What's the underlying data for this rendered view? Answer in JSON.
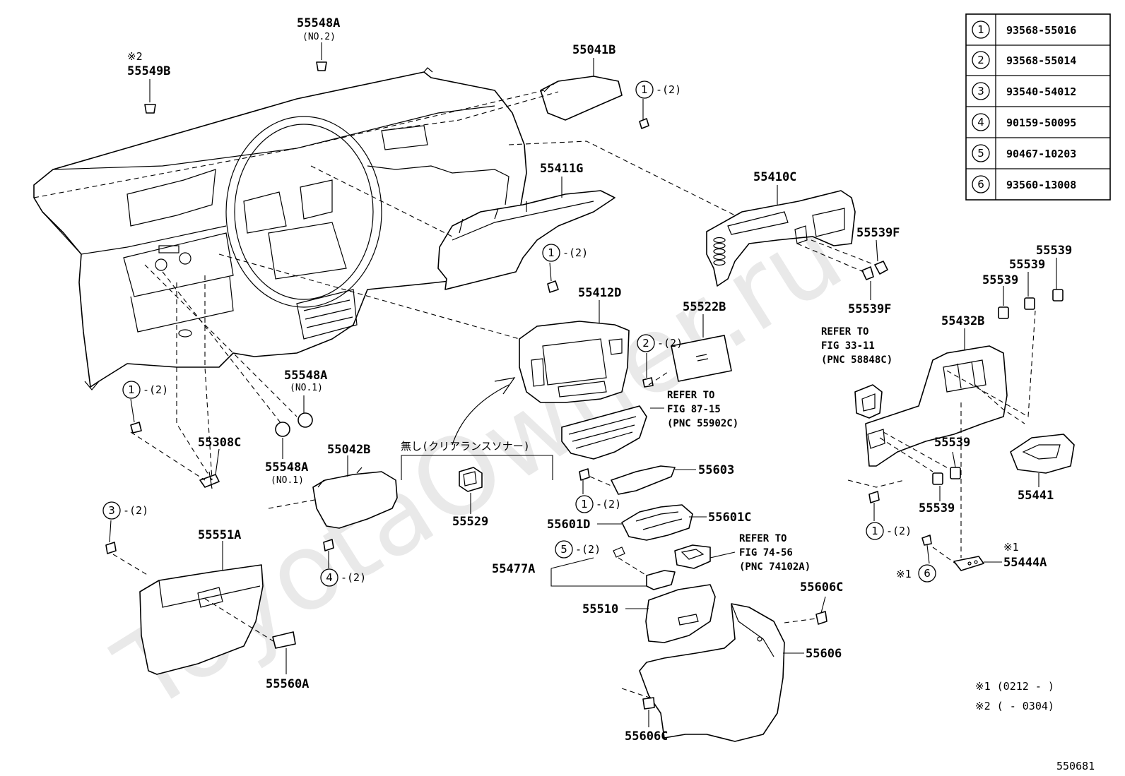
{
  "watermark": "ToyotaOwner.ru",
  "figure_id": "550681",
  "legend_table": [
    {
      "num": "1",
      "part": "93568-55016"
    },
    {
      "num": "2",
      "part": "93568-55014"
    },
    {
      "num": "3",
      "part": "93540-54012"
    },
    {
      "num": "4",
      "part": "90159-50095"
    },
    {
      "num": "5",
      "part": "90467-10203"
    },
    {
      "num": "6",
      "part": "93560-13008"
    }
  ],
  "labels": {
    "p55548A_top": "55548A",
    "p55548A_top_sub": "(NO.2)",
    "p55549B_mark": "※2",
    "p55549B": "55549B",
    "p55041B": "55041B",
    "p55411G": "55411G",
    "p55410C": "55410C",
    "p55539F_a": "55539F",
    "p55539F_b": "55539F",
    "p55539_a": "55539",
    "p55539_b": "55539",
    "p55539_c": "55539",
    "p55539_d": "55539",
    "p55539_e": "55539",
    "p55412D": "55412D",
    "p55522B": "55522B",
    "p55432B": "55432B",
    "ref33_1": "REFER TO",
    "ref33_2": "FIG 33-11",
    "ref33_3": "(PNC 58848C)",
    "ref87_1": "REFER TO",
    "ref87_2": "FIG 87-15",
    "ref87_3": "(PNC 55902C)",
    "ref74_1": "REFER TO",
    "ref74_2": "FIG 74-56",
    "ref74_3": "(PNC 74102A)",
    "p55548A_mid": "55548A",
    "p55548A_mid_sub": "(NO.1)",
    "p55548A_low": "55548A",
    "p55548A_low_sub": "(NO.1)",
    "p55308C": "55308C",
    "p55042B": "55042B",
    "nashi": "無し(クリアランスソナー)",
    "p55529": "55529",
    "p55603": "55603",
    "p55601C": "55601C",
    "p55601D": "55601D",
    "p55477A": "55477A",
    "p55551A": "55551A",
    "p55510": "55510",
    "p55606C_a": "55606C",
    "p55606C_b": "55606C",
    "p55606": "55606",
    "p55560A": "55560A",
    "p55441": "55441",
    "p55444A": "55444A",
    "mark1_a": "※1",
    "mark1_b": "※1",
    "qty2": "-(2)",
    "note1": "※1 (0212 -     )",
    "note2": "※2 (      - 0304)"
  },
  "callouts": [
    {
      "id": "c1a",
      "num": "1",
      "qty": "-(2)"
    },
    {
      "id": "c1b",
      "num": "1",
      "qty": "-(2)"
    },
    {
      "id": "c1c",
      "num": "1",
      "qty": "-(2)"
    },
    {
      "id": "c1d",
      "num": "1",
      "qty": "-(2)"
    },
    {
      "id": "c1e",
      "num": "1",
      "qty": "-(2)"
    },
    {
      "id": "c2a",
      "num": "2",
      "qty": "-(2)"
    },
    {
      "id": "c3a",
      "num": "3",
      "qty": "-(2)"
    },
    {
      "id": "c4a",
      "num": "4",
      "qty": "-(2)"
    },
    {
      "id": "c5a",
      "num": "5",
      "qty": "-(2)"
    },
    {
      "id": "c6a",
      "num": "6",
      "qty": ""
    }
  ]
}
